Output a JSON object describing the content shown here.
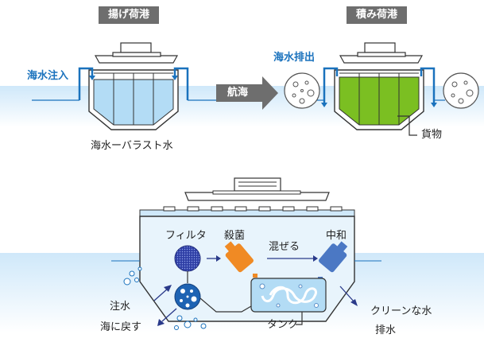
{
  "top": {
    "unloading_port": "揚げ荷港",
    "loading_port": "積み荷港",
    "seawater_intake": "海水注入",
    "seawater_discharge": "海水排出",
    "voyage": "航海",
    "ballast_water": "海水ーバラスト水",
    "cargo": "貨物"
  },
  "bottom": {
    "filter": "フィルタ",
    "sterilize": "殺菌",
    "mix": "混ぜる",
    "neutralize": "中和",
    "intake": "注水",
    "return_to_sea": "海に戻す",
    "tank": "タンク",
    "clean_water": "クリーンな水",
    "discharge": "排水"
  },
  "colors": {
    "sea": "#d6ecfb",
    "ballast_fill": "#b3dcf5",
    "cargo_green": "#7bbf22",
    "arrow_blue": "#1a72bd",
    "filter_blue": "#2f3fa6",
    "sterilizer_orange": "#f08a24",
    "neutralizer_blue": "#4b78c4",
    "badge_gray": "#6e6e6e"
  }
}
